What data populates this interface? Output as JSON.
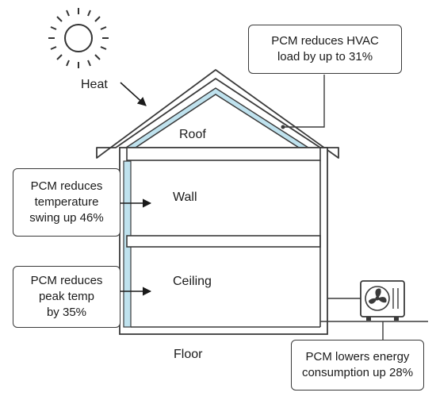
{
  "labels": {
    "heat": "Heat",
    "roof": "Roof",
    "wall": "Wall",
    "ceiling": "Ceiling",
    "floor": "Floor"
  },
  "callouts": {
    "hvac": [
      "PCM reduces HVAC",
      "load by up to 31%"
    ],
    "temperature_swing": [
      "PCM reduces",
      "temperature",
      "swing up 46%"
    ],
    "peak_temp": [
      "PCM reduces",
      "peak temp",
      "by 35%"
    ],
    "energy": [
      "PCM lowers energy",
      "consumption up 28%"
    ]
  },
  "icons": {
    "sun": "sun-icon",
    "arrow": "heat-arrow-icon",
    "outdoor_unit": "hvac-outdoor-unit-icon"
  },
  "colors": {
    "pcm_layer": "#bfe2ee",
    "outline": "#3a3a3a",
    "background": "#ffffff"
  }
}
